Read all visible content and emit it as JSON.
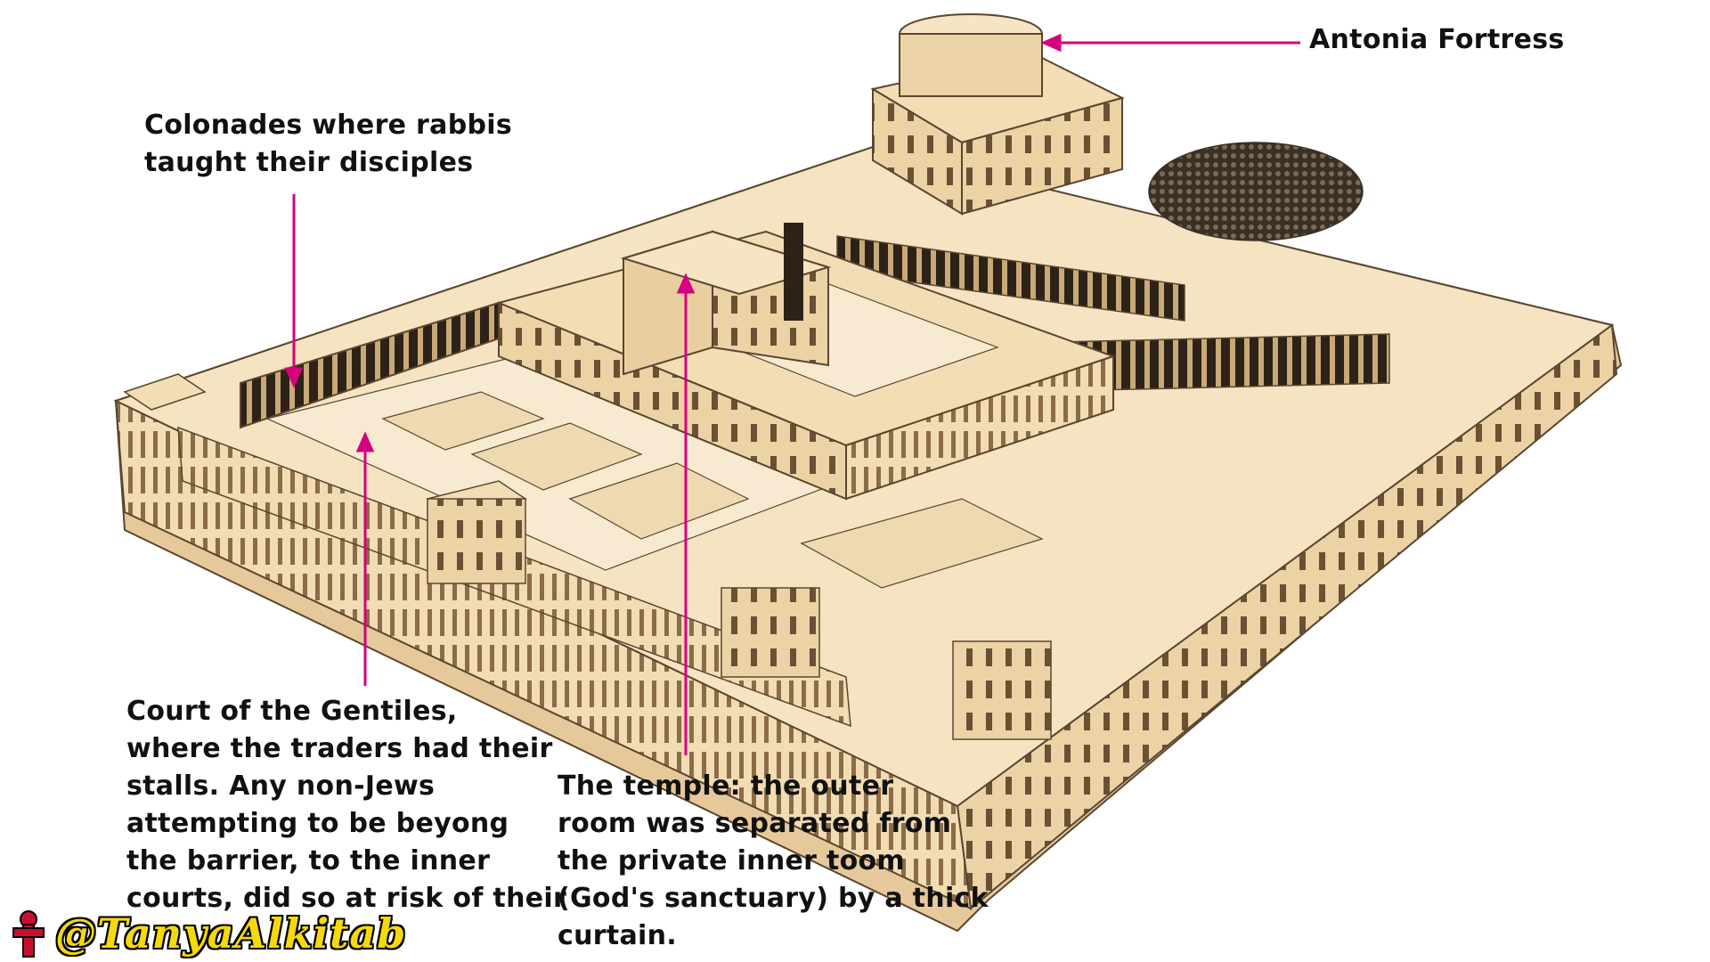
{
  "labels": {
    "antonia": "Antonia Fortress",
    "colonades": "Colonades where rabbis\ntaught their disciples",
    "gentiles": "Court of the Gentiles,\nwhere the traders had their\nstalls.  Any non-Jews\nattempting to be beyong\nthe barrier, to the inner\ncourts, did so at risk of their",
    "temple": "The temple: the outer\nroom was separated from\nthe private inner toom\n(God's sanctuary) by a thick\ncurtain."
  },
  "watermark": {
    "handle": "@TanyaAlkitab",
    "icon": "cross-icon"
  },
  "colors": {
    "stone": "#f2dcb4",
    "stone_shade": "#d7b98a",
    "outline": "#5a4630",
    "pointer": "#d6007e",
    "watermark_text": "#f5d90a",
    "watermark_cross": "#c8102e"
  }
}
